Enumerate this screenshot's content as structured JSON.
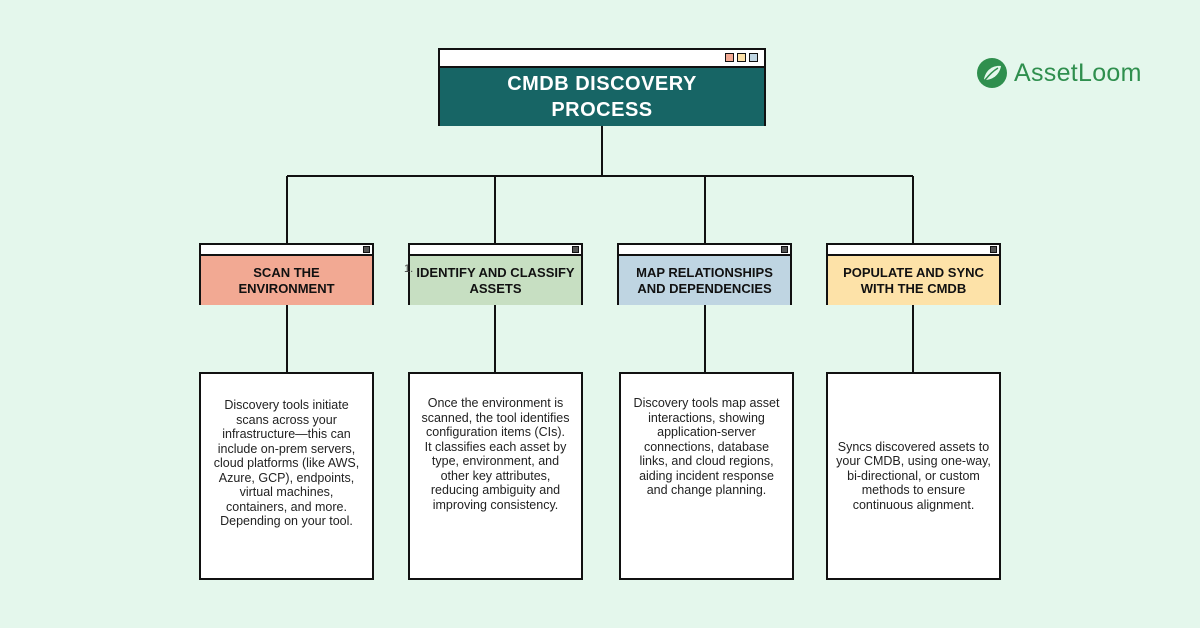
{
  "brand": {
    "name": "AssetLoom",
    "color": "#2f8f4e"
  },
  "title": "CMDB DISCOVERY PROCESS",
  "colors": {
    "background": "#e4f7ec",
    "title_fill": "#176565"
  },
  "steps": [
    {
      "label": "SCAN THE ENVIRONMENT",
      "color": "#f2a993",
      "description": "Discovery tools initiate scans across your infrastructure—this can include on-prem servers, cloud platforms (like AWS, Azure, GCP), endpoints, virtual machines, containers, and more. Depending on your tool."
    },
    {
      "label": "IDENTIFY AND CLASSIFY ASSETS",
      "color": "#c7dfc2",
      "description": "Once the environment is scanned, the tool identifies configuration items (CIs).\nIt classifies each asset by type, environment, and other key attributes, reducing ambiguity and improving consistency."
    },
    {
      "label": "MAP RELATIONSHIPS AND DEPENDENCIES",
      "color": "#bfd5e2",
      "description": "Discovery tools map asset interactions, showing application-server connections, database links, and cloud regions, aiding incident response and change planning."
    },
    {
      "label": "POPULATE AND SYNC WITH THE CMDB",
      "color": "#fde2a8",
      "description": "Syncs discovered assets to your CMDB, using one-way, bi-directional, or custom methods to ensure continuous alignment."
    }
  ],
  "stray_mark": "1."
}
